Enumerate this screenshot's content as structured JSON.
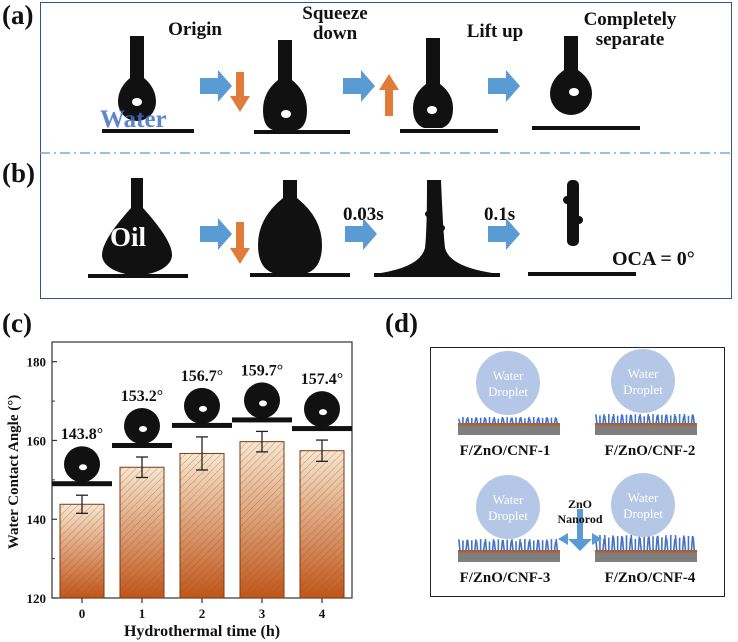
{
  "panel_a": {
    "label": "(a)",
    "steps": [
      "Origin",
      "Squeeze\ndown",
      "Lift up",
      "Completely\nseparate"
    ],
    "liquid": "Water"
  },
  "panel_b": {
    "label": "(b)",
    "liquid": "Oil",
    "times": [
      "0.03s",
      "0.1s"
    ],
    "oca": "OCA = 0°"
  },
  "panel_c": {
    "label": "(c)"
  },
  "panel_d": {
    "label": "(d)",
    "droplet_line1": "Water",
    "droplet_line2": "Droplet",
    "samples": [
      "F/ZnO/CNF-1",
      "F/ZnO/CNF-2",
      "F/ZnO/CNF-3",
      "F/ZnO/CNF-4"
    ],
    "nanorod_line1": "ZnO",
    "nanorod_line2": "Nanorod"
  },
  "colors": {
    "frame": "#2f5597",
    "arrow": "#5b9bd5",
    "orange_arrow": "#e07b39",
    "bar_top": "#f7e7d2",
    "bar_bottom": "#c0561a",
    "droplet": "#b4c7e7",
    "nanorod": "#4472c4",
    "substrate": "#7f7f7f"
  },
  "chart_data": {
    "type": "bar",
    "categories": [
      "0",
      "1",
      "2",
      "3",
      "4"
    ],
    "values": [
      143.8,
      153.2,
      156.7,
      159.7,
      157.4
    ],
    "errors": [
      2.3,
      2.6,
      4.2,
      2.6,
      2.7
    ],
    "value_labels": [
      "143.8°",
      "153.2°",
      "156.7°",
      "159.7°",
      "157.4°"
    ],
    "xlabel": "Hydrothermal time (h)",
    "ylabel": "Water Contact Angle (°)",
    "ylim": [
      120,
      185
    ],
    "yticks": [
      120,
      140,
      160,
      180
    ]
  }
}
